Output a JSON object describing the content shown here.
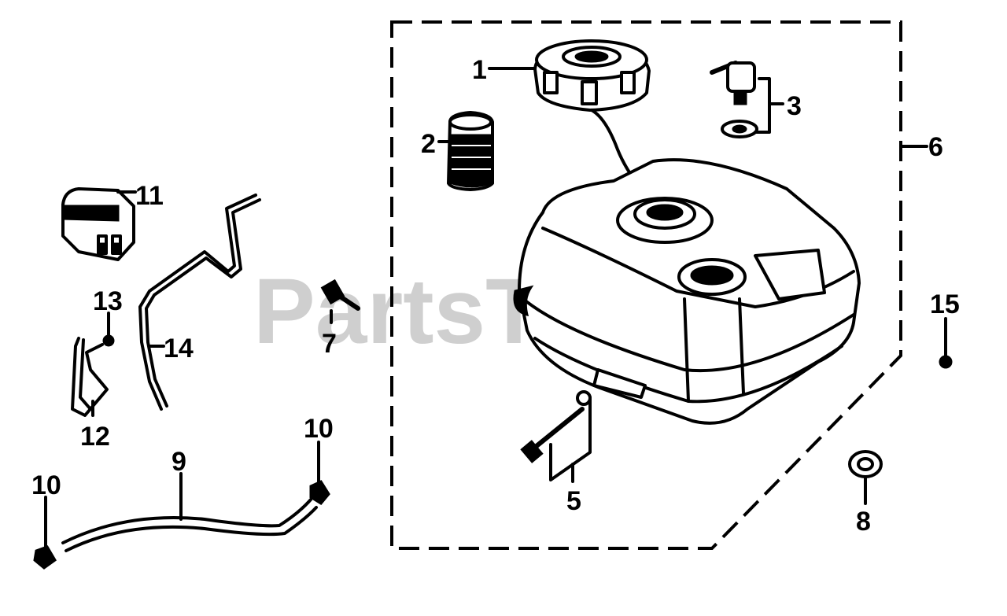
{
  "watermark": "PartsTree",
  "callouts": {
    "c1": "1",
    "c2": "2",
    "c3": "3",
    "c5": "5",
    "c6": "6",
    "c7": "7",
    "c8": "8",
    "c9": "9",
    "c10a": "10",
    "c10b": "10",
    "c11": "11",
    "c12": "12",
    "c13": "13",
    "c14": "14",
    "c15": "15"
  }
}
